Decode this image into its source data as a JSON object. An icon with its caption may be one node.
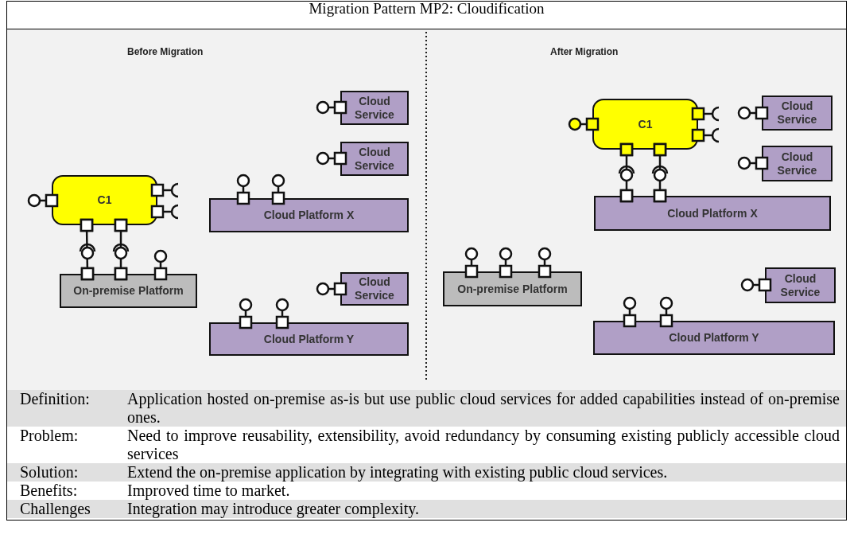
{
  "diagram": {
    "title": "Migration Pattern MP2: Cloudification",
    "nodes": [
      {
        "text": [
          "C1"
        ]
      },
      {
        "text": [
          "On-premise Platform"
        ]
      },
      {
        "text": [
          "Cloud Service"
        ]
      },
      {
        "text": [
          "Cloud Service"
        ]
      },
      {
        "text": [
          "Cloud Platform X"
        ]
      },
      {
        "text": [
          "Cloud Service"
        ]
      },
      {
        "text": [
          "Cloud Platform Y"
        ]
      },
      {
        "text": [
          "C1"
        ]
      },
      {
        "text": [
          "Cloud Service"
        ]
      },
      {
        "text": [
          "Cloud Service"
        ]
      },
      {
        "text": [
          "Cloud Platform X"
        ]
      },
      {
        "text": [
          "On-premise Platform"
        ]
      },
      {
        "text": [
          "Cloud Service"
        ]
      },
      {
        "text": [
          "Cloud Platform Y"
        ]
      }
    ],
    "edges": [
      {
        "from": 0,
        "to": 1,
        "arrow": "other"
      },
      {
        "from": 0,
        "to": 1,
        "arrow": "other"
      },
      {
        "from": 7,
        "to": 10,
        "arrow": "other"
      },
      {
        "from": 7,
        "to": 10,
        "arrow": "other"
      }
    ],
    "labels": [
      "Before Migration",
      "After Migration",
      "Definition:",
      "Application hosted on-premise as-is but use public cloud services for added capabilities instead of on-premise ones.",
      "Problem:",
      "Need to improve reusability, extensibility, avoid redundancy by consuming existing publicly accessible cloud services",
      "Solution:",
      "Extend the on-premise application by integrating with existing public cloud services.",
      "Benefits:",
      "Improved time to market.",
      "Challenges",
      "Integration may introduce greater complexity."
    ]
  }
}
